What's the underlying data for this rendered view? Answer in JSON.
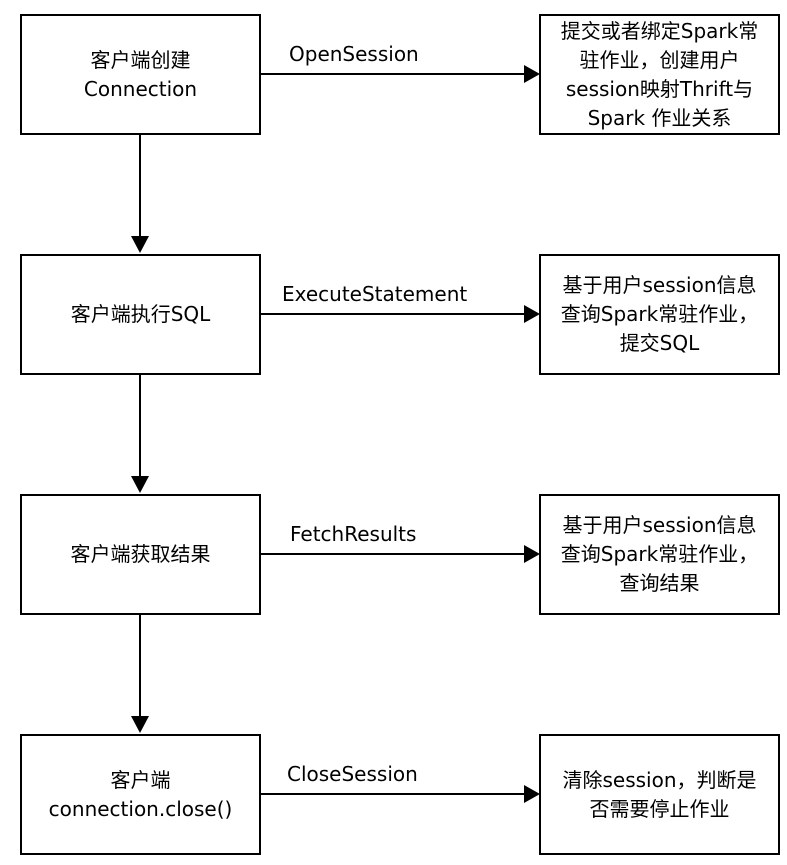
{
  "colors": {
    "stroke": "#000000",
    "fill": "#ffffff",
    "text": "#000000"
  },
  "steps": [
    {
      "client": "客户端创建\nConnection",
      "call": "OpenSession",
      "server": "提交或者绑定Spark常\n驻作业，创建用户\nsession映射Thrift与\nSpark 作业关系"
    },
    {
      "client": "客户端执行SQL",
      "call": "ExecuteStatement",
      "server": "基于用户session信息\n查询Spark常驻作业，\n提交SQL"
    },
    {
      "client": "客户端获取结果",
      "call": "FetchResults",
      "server": "基于用户session信息\n查询Spark常驻作业，\n查询结果"
    },
    {
      "client": "客户端\nconnection.close()",
      "call": "CloseSession",
      "server": "清除session，判断是\n否需要停止作业"
    }
  ]
}
